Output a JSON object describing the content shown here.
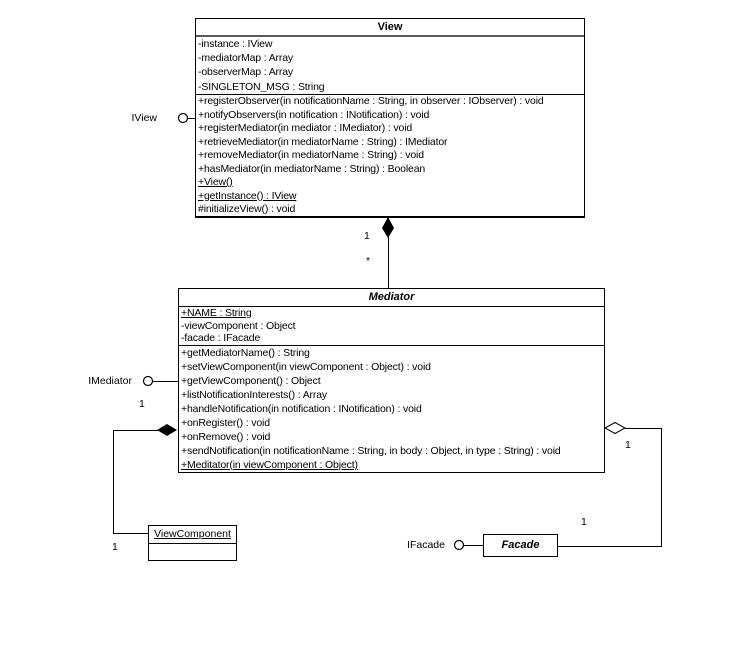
{
  "classes": {
    "view": {
      "title": "View",
      "attributes": [
        "-instance : IView",
        "-mediatorMap : Array",
        "-observerMap : Array",
        "-SINGLETON_MSG : String"
      ],
      "methods": [
        "+registerObserver(in notificationName : String, in observer : IObserver) : void",
        "+notifyObservers(in notification : INotification) : void",
        "+registerMediator(in mediator : IMediator) : void",
        "+retrieveMediator(in mediatorName : String) : IMediator",
        "+removeMediator(in mediatorName : String) : void",
        "+hasMediator(in mediatorName : String) : Boolean",
        "+View()",
        "+getInstance() : IView",
        "#initializeView() : void"
      ]
    },
    "mediator": {
      "title": "Mediator",
      "attributes": [
        "+NAME : String",
        "-viewComponent : Object",
        "-facade : IFacade"
      ],
      "methods": [
        "+getMediatorName() : String",
        "+setViewComponent(in viewComponent : Object) : void",
        "+getViewComponent() : Object",
        "+listNotificationInterests() : Array",
        "+handleNotification(in notification : INotification) : void",
        "+onRegister() : void",
        "+onRemove() : void",
        "+sendNotification(in notificationName : String, in body : Object, in type : String) : void",
        "+Meditator(in viewComponent : Object)"
      ]
    },
    "viewComponent": {
      "title": "ViewComponent"
    },
    "facade": {
      "title": "Facade"
    }
  },
  "interfaces": {
    "iview": "IView",
    "imediator": "IMediator",
    "ifacade": "IFacade"
  },
  "relationships": {
    "view_mediator": {
      "type": "composition",
      "near": "1",
      "far": "*"
    },
    "mediator_viewComponent": {
      "type": "composition",
      "near": "1",
      "far": "1"
    },
    "mediator_facade": {
      "type": "aggregation",
      "near": "1",
      "far": "1"
    }
  },
  "colors": {
    "line": "#000000",
    "background": "#ffffff",
    "text": "#000000"
  }
}
